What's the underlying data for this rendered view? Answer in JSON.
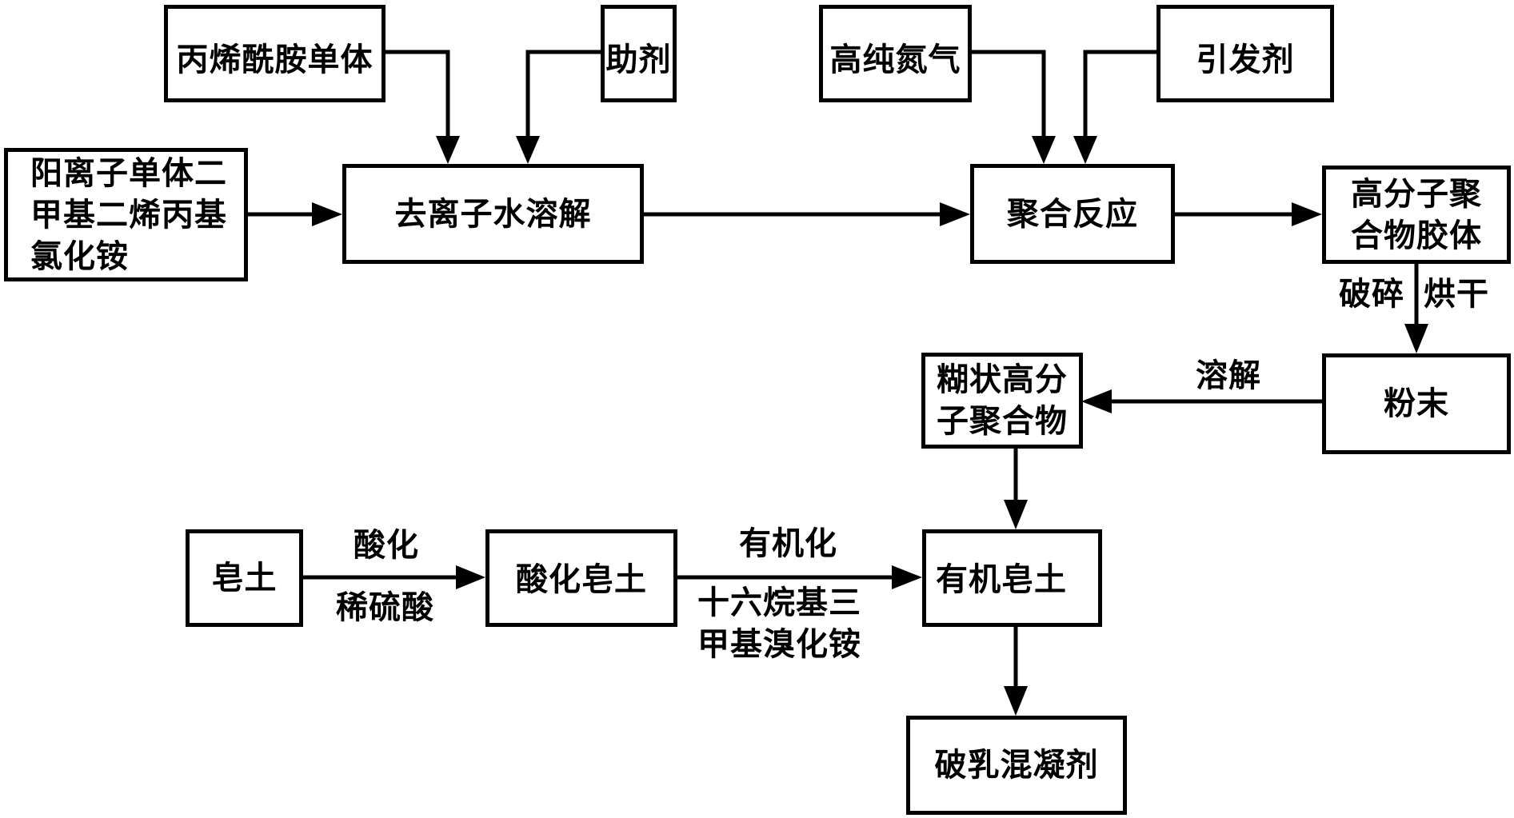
{
  "diagram": {
    "type": "process-flow",
    "nodes": {
      "acrylamide": "丙烯酰胺单体",
      "auxiliary": "助剂",
      "cationic_monomer": "阳离子单体二\n甲基二烯丙基\n氯化铵",
      "dissolve_deionized": "去离子水溶解",
      "nitrogen": "高纯氮气",
      "initiator": "引发剂",
      "polymerization": "聚合反应",
      "polymer_gel": "高分子聚\n合物胶体",
      "powder": "粉末",
      "paste_polymer": "糊状高分\n子聚合物",
      "bentonite": "皂土",
      "acidified_bentonite": "酸化皂土",
      "organic_bentonite": "有机皂土",
      "demulsifier": "破乳混凝剂"
    },
    "edge_labels": {
      "crush": "破碎",
      "dry": "烘干",
      "dissolve": "溶解",
      "acidify": "酸化",
      "dilute_sulfuric_acid": "稀硫酸",
      "organify": "有机化",
      "ctab": "十六烷基三\n甲基溴化铵"
    },
    "edges": [
      {
        "from": "acrylamide",
        "to": "dissolve_deionized"
      },
      {
        "from": "auxiliary",
        "to": "dissolve_deionized"
      },
      {
        "from": "cationic_monomer",
        "to": "dissolve_deionized"
      },
      {
        "from": "dissolve_deionized",
        "to": "polymerization"
      },
      {
        "from": "nitrogen",
        "to": "polymerization"
      },
      {
        "from": "initiator",
        "to": "polymerization"
      },
      {
        "from": "polymerization",
        "to": "polymer_gel"
      },
      {
        "from": "polymer_gel",
        "to": "powder",
        "labels": [
          "crush",
          "dry"
        ]
      },
      {
        "from": "powder",
        "to": "paste_polymer",
        "labels": [
          "dissolve"
        ]
      },
      {
        "from": "paste_polymer",
        "to": "organic_bentonite"
      },
      {
        "from": "bentonite",
        "to": "acidified_bentonite",
        "labels": [
          "acidify",
          "dilute_sulfuric_acid"
        ]
      },
      {
        "from": "acidified_bentonite",
        "to": "organic_bentonite",
        "labels": [
          "organify",
          "ctab"
        ]
      },
      {
        "from": "organic_bentonite",
        "to": "demulsifier"
      }
    ]
  }
}
